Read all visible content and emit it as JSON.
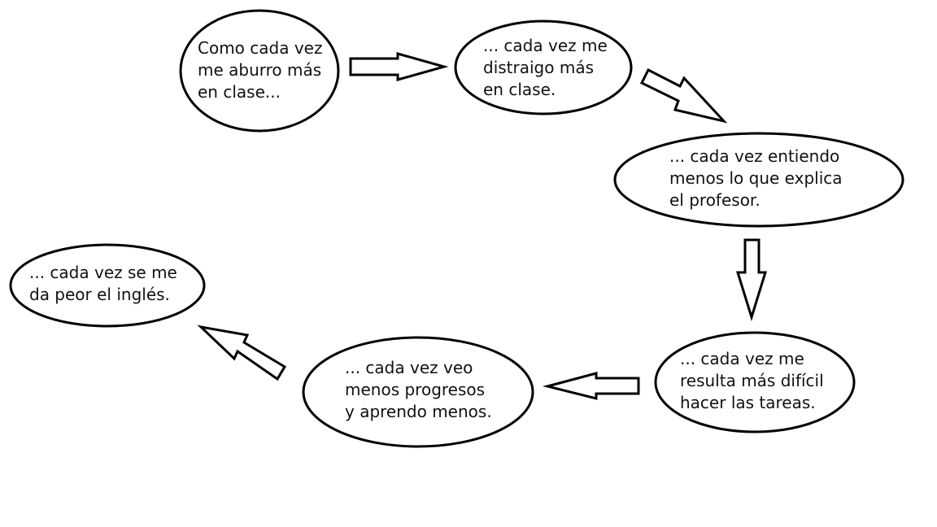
{
  "diagram": {
    "nodes": [
      {
        "id": "n1",
        "lines": [
          "Como cada vez",
          "me aburro más",
          "en clase..."
        ]
      },
      {
        "id": "n2",
        "lines": [
          "... cada vez me",
          "distraigo más",
          "en clase."
        ]
      },
      {
        "id": "n3",
        "lines": [
          "... cada vez entiendo",
          "menos lo que explica",
          "el profesor."
        ]
      },
      {
        "id": "n4",
        "lines": [
          "... cada vez me",
          "resulta más difícil",
          "hacer las tareas."
        ]
      },
      {
        "id": "n5",
        "lines": [
          "... cada vez veo",
          "menos progresos",
          "y aprendo menos."
        ]
      },
      {
        "id": "n6",
        "lines": [
          "... cada vez se me",
          "da peor el inglés."
        ]
      }
    ],
    "edges": [
      {
        "from": "n1",
        "to": "n2"
      },
      {
        "from": "n2",
        "to": "n3"
      },
      {
        "from": "n3",
        "to": "n4"
      },
      {
        "from": "n4",
        "to": "n5"
      },
      {
        "from": "n5",
        "to": "n6"
      }
    ],
    "colors": {
      "stroke": "#000000",
      "fill": "#ffffff",
      "text": "#111111"
    }
  }
}
